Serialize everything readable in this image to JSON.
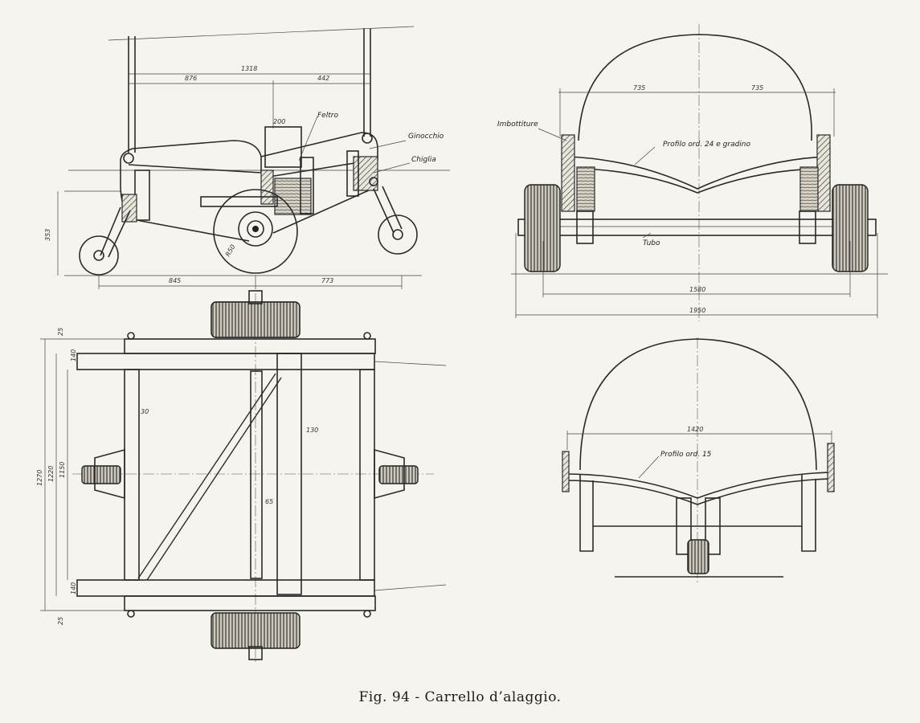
{
  "caption": "Fig. 94 - Carrello d’alaggio.",
  "side_view": {
    "labels": {
      "feltro": "Feltro",
      "ginocchio": "Ginocchio",
      "chiglia": "Chiglia"
    },
    "dims": {
      "overall": "1318",
      "left": "876",
      "right": "442",
      "block": "200",
      "height": "353",
      "radius": "R50",
      "base_left": "845",
      "base_right": "773"
    }
  },
  "front_view": {
    "labels": {
      "imbottiture": "Imbottiture",
      "profilo": "Profilo ord. 24 e gradino",
      "tubo": "Tubo"
    },
    "dims": {
      "half_left": "735",
      "half_right": "735",
      "track": "1580",
      "overall": "1950"
    }
  },
  "rear_view": {
    "labels": {
      "profilo": "Profilo ord. 15"
    },
    "dims": {
      "width": "1420"
    }
  },
  "plan_view": {
    "dims": {
      "top": "25",
      "bay_top": "140",
      "overall": "1270",
      "inner": "1220",
      "center": "1150",
      "bay_bottom": "140",
      "bottom": "25",
      "bar_a": "30",
      "bar_b": "130",
      "tube": "65"
    }
  }
}
